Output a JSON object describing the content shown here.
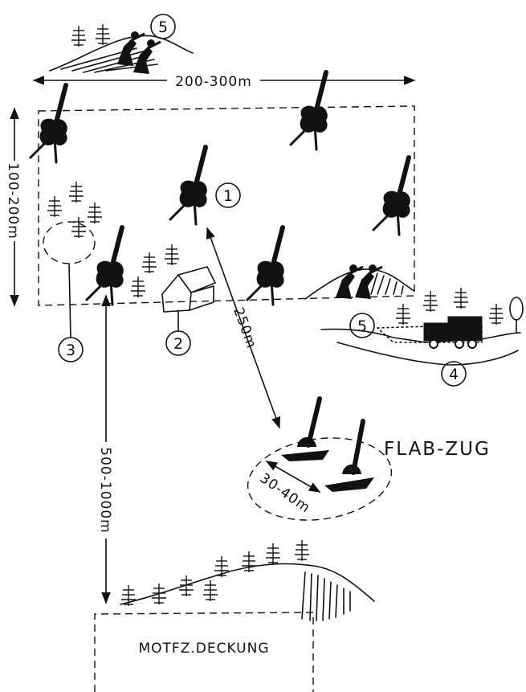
{
  "labels": {
    "width_dimension": "200-300m",
    "depth_dimension": "100-200m",
    "distance_flab": "250m",
    "distance_vehicles": "500-1000m",
    "flab_spacing": "30-40m",
    "flab_platoon": "FLAB-ZUG",
    "vehicle_cover": "MOTFZ.DECKUNG"
  },
  "markers": [
    "1",
    "2",
    "3",
    "4",
    "5",
    "5"
  ],
  "colors": {
    "ink": "#111111",
    "paper": "#ffffff"
  }
}
